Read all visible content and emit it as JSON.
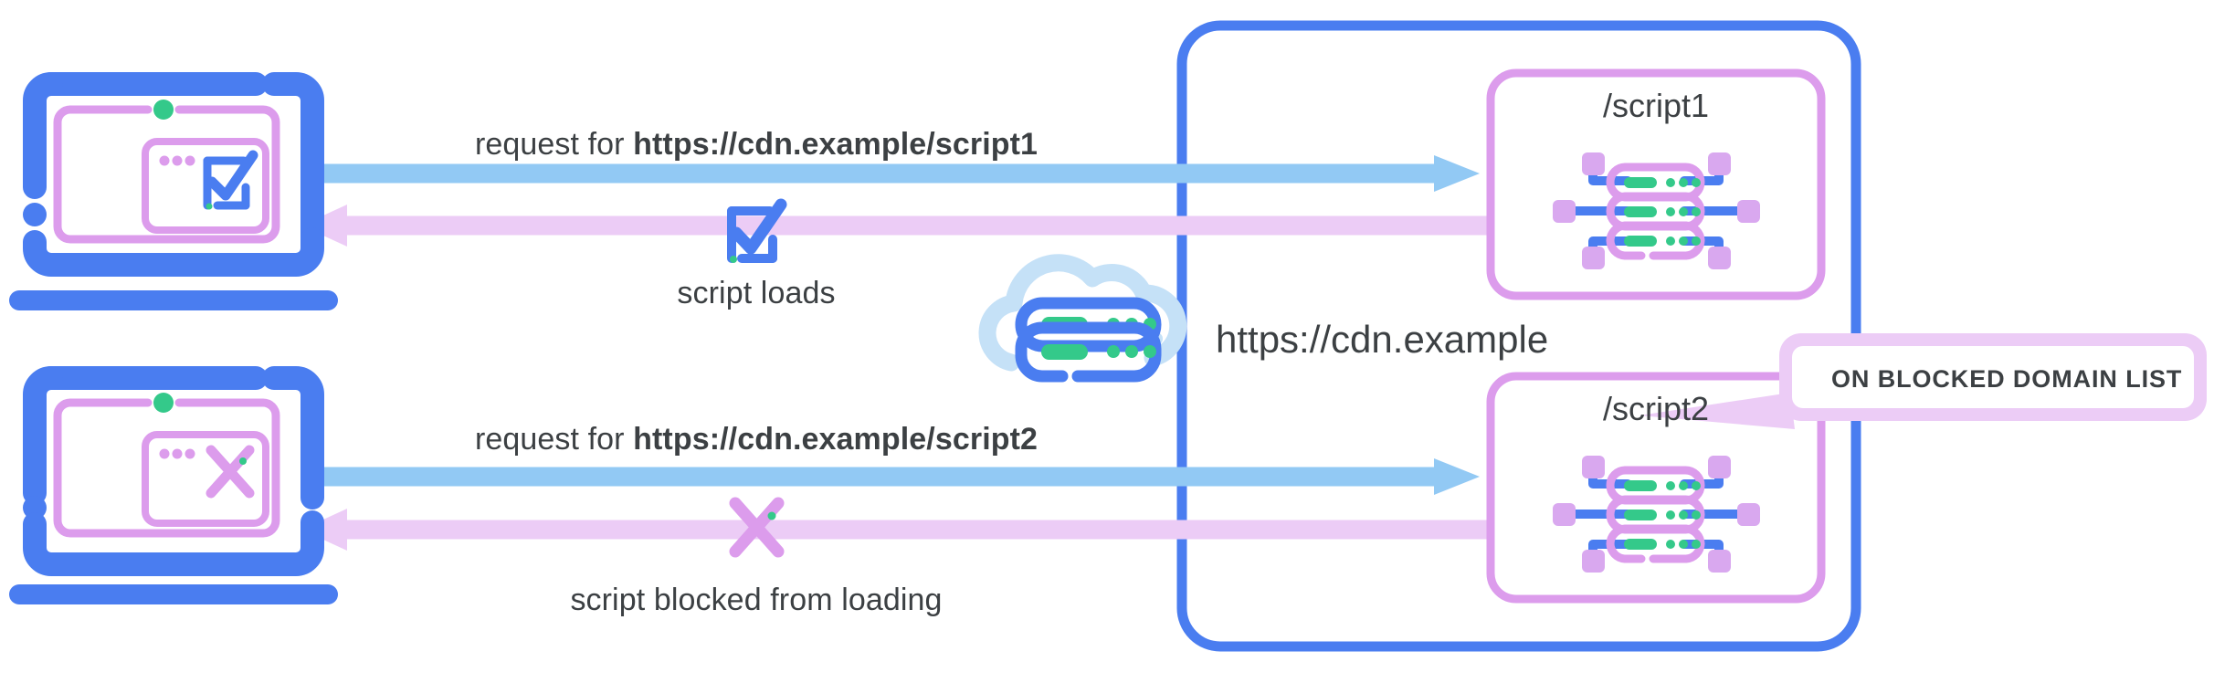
{
  "diagram": {
    "title": "CDN script blocking by domain list",
    "colors": {
      "blue": "#4a7df0",
      "blue_light": "#92c9f4",
      "purple": "#dc9cec",
      "purple_light": "#ecccf6",
      "purple_pale": "#f2dcfa",
      "green": "#34c98a",
      "cloud": "#c5e1f7",
      "text": "#3c4043"
    },
    "cdn": {
      "domain_label": "https://cdn.example",
      "cloud_icon": "cloud-server-icon"
    },
    "flows": [
      {
        "id": "script1",
        "request_prefix": "request for ",
        "request_url": "https://cdn.example/script1",
        "result_label": "script loads",
        "result_icon": "check-square-icon",
        "client_icon": "laptop-check-icon",
        "resource_title": "/script1",
        "resource_icon": "server-network-icon"
      },
      {
        "id": "script2",
        "request_prefix": "request for ",
        "request_url": "https://cdn.example/script2",
        "result_label": "script blocked from loading",
        "result_icon": "cross-x-icon",
        "client_icon": "laptop-cross-icon",
        "resource_title": "/script2",
        "resource_icon": "server-network-icon"
      }
    ],
    "callout": {
      "text": "ON BLOCKED DOMAIN LIST",
      "points_to": "/script2"
    }
  }
}
